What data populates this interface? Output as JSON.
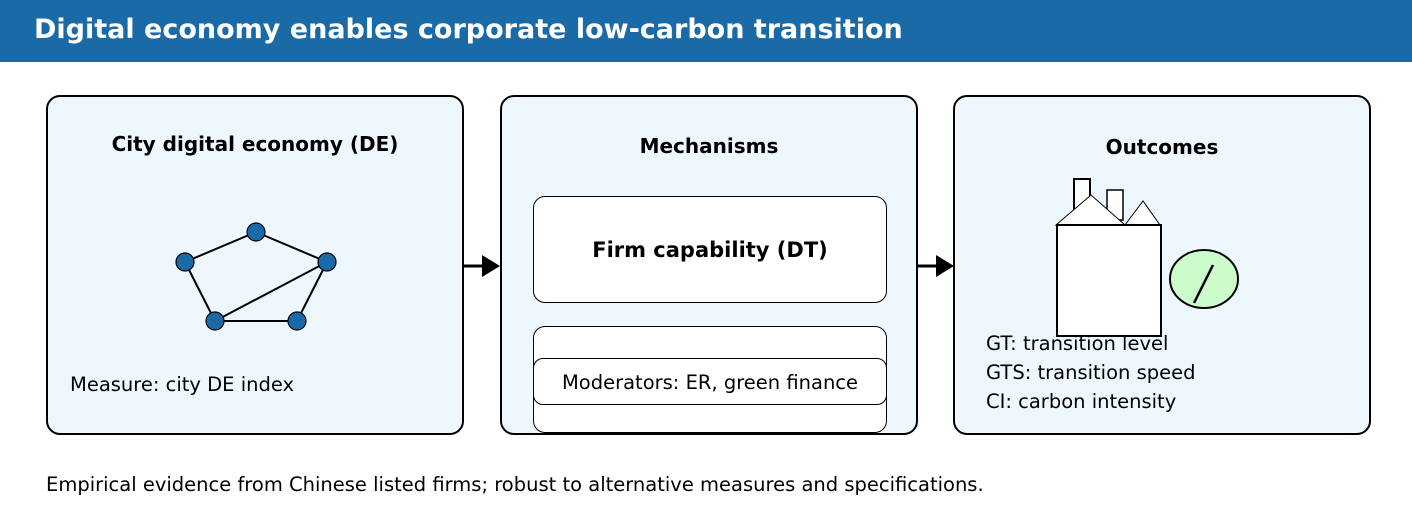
{
  "header": {
    "title": "Digital economy enables corporate low-carbon transition"
  },
  "panels": {
    "de": {
      "title": "City digital economy (DE)",
      "measure": "Measure: city DE index"
    },
    "mechanisms": {
      "title": "Mechanisms",
      "capability": "Firm capability (DT)",
      "moderators": "Moderators: ER, green finance"
    },
    "outcomes": {
      "title": "Outcomes",
      "items": [
        "GT: transition level",
        "GTS: transition speed",
        "CI: carbon intensity"
      ]
    }
  },
  "footer": {
    "note": "Empirical evidence from Chinese listed firms; robust to alternative measures and specifications."
  },
  "colors": {
    "header_bg": "#1b6aa8",
    "panel_bg": "#eef6fe",
    "node_fill": "#1b6aa8",
    "gauge_fill": "#ccfccc"
  }
}
